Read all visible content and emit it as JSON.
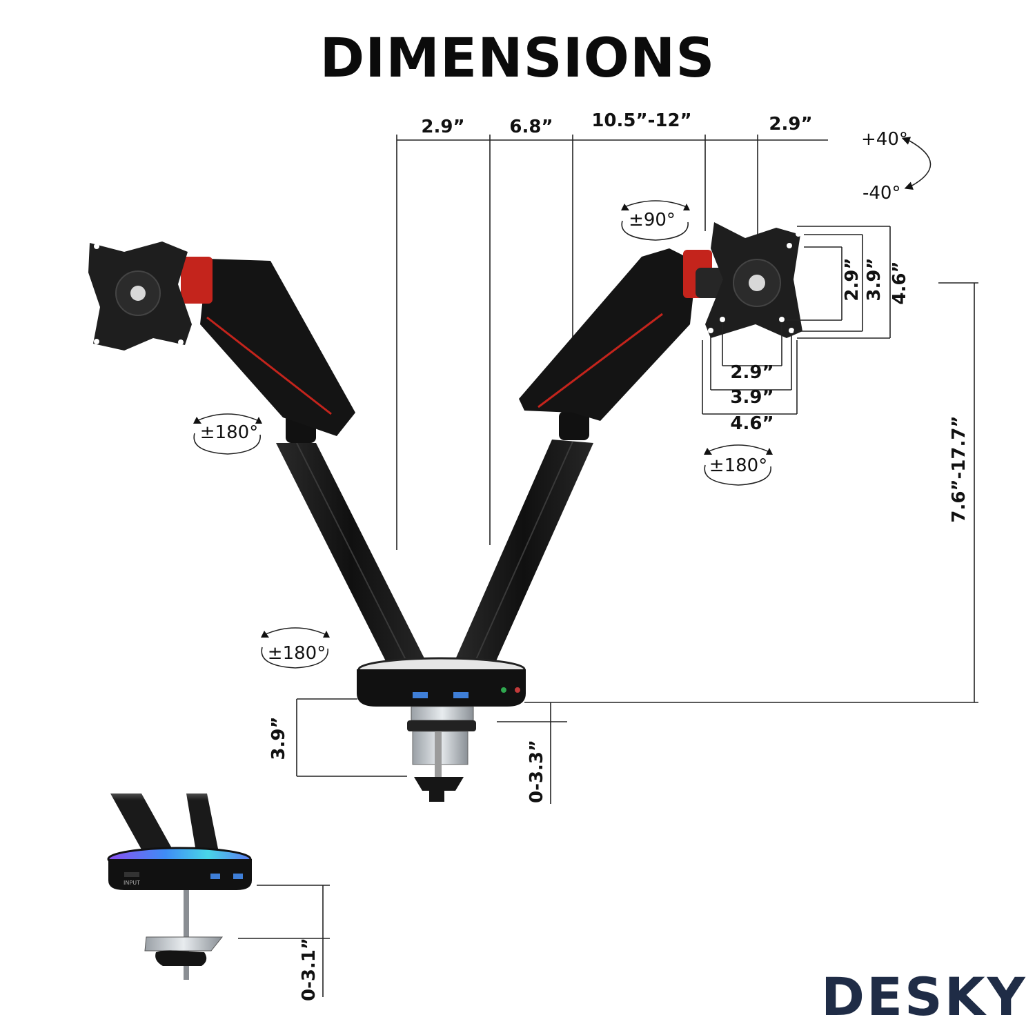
{
  "title": "DIMENSIONS",
  "brand": "DESKY",
  "top_dims": [
    "2.9”",
    "6.8”",
    "10.5”-12”",
    "2.9”"
  ],
  "tilt": {
    "up": "+40°",
    "down": "-40°"
  },
  "rotations": {
    "head_right": "±90°",
    "left_arm": "±180°",
    "right_arm": "±180°",
    "base": "±180°"
  },
  "vesa": {
    "vertical": [
      "2.9”",
      "3.9”",
      "4.6”"
    ],
    "horizontal": [
      "2.9”",
      "3.9”",
      "4.6”"
    ]
  },
  "height_range": "7.6”-17.7”",
  "base_height": "3.9”",
  "clamp_range": "0-3.3”",
  "grommet_range": "0-3.1”",
  "base_label": "INPUT",
  "colors": {
    "arm": "#161616",
    "accent": "#c4241c",
    "brand": "#1f2c46",
    "rgb_glow": "#5a7cf0"
  }
}
